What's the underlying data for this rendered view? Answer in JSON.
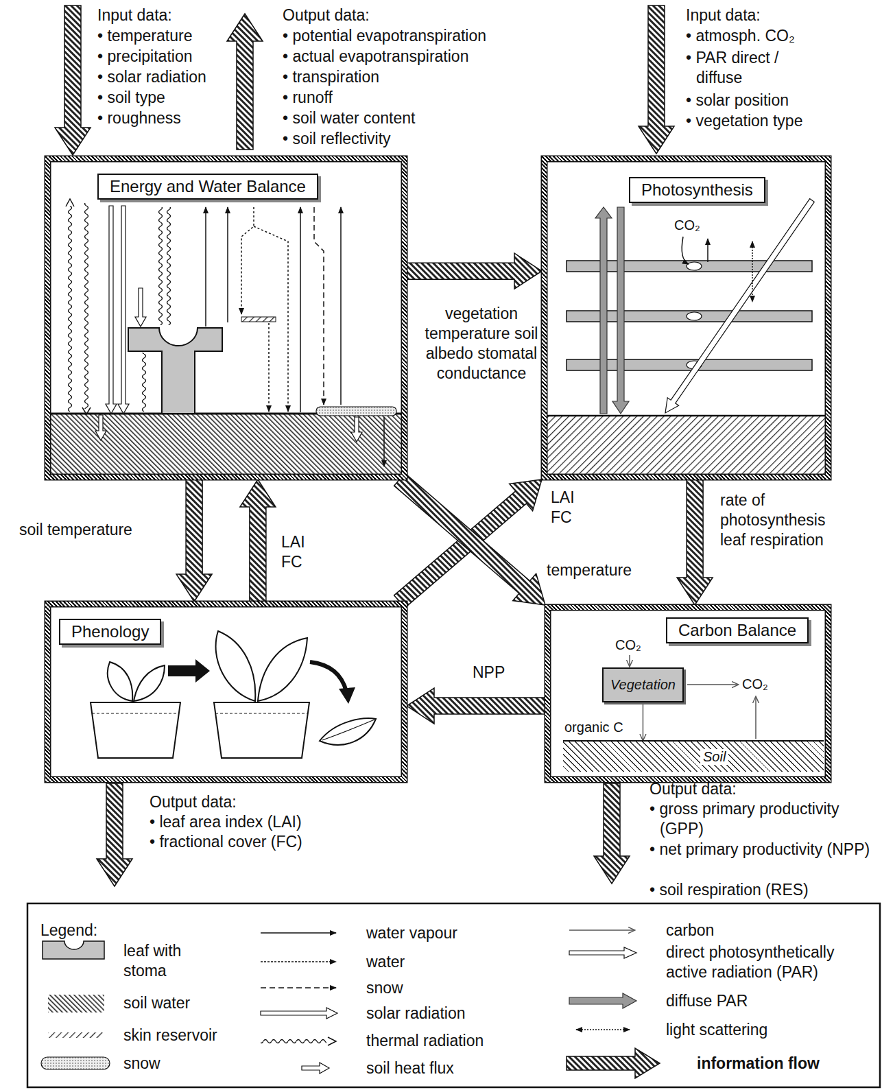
{
  "diagram": {
    "nodes": [
      {
        "text": [
          "Energy and Water Balance"
        ]
      },
      {
        "text": [
          "Photosynthesis"
        ]
      },
      {
        "text": [
          "Phenology"
        ]
      },
      {
        "text": [
          "Carbon Balance"
        ]
      },
      {
        "text": [
          "Vegetation"
        ],
        "in": 3
      },
      {
        "text": [
          "Soil"
        ],
        "in": 3
      }
    ],
    "edges": [
      {
        "from": 0,
        "to": 1,
        "label": "vegetation temperature soil albedo stomatal conductance",
        "arrow": "to"
      },
      {
        "from": 0,
        "to": 2,
        "label": "soil temperature",
        "arrow": "to"
      },
      {
        "from": 2,
        "to": 0,
        "label": "LAI FC",
        "arrow": "to"
      },
      {
        "from": 2,
        "to": 1,
        "label": "LAI FC",
        "arrow": "to"
      },
      {
        "from": 0,
        "to": 3,
        "label": "temperature",
        "arrow": "to"
      },
      {
        "from": 1,
        "to": 3,
        "label": "rate of photosynthesis leaf respiration",
        "arrow": "to"
      },
      {
        "from": 3,
        "to": 2,
        "label": "NPP",
        "arrow": "to"
      },
      {
        "from": 4,
        "to": 5,
        "label": "organic C",
        "arrow": "to"
      }
    ],
    "labels": [
      "Input data:",
      "• temperature",
      "• precipitation",
      "• solar radiation",
      "• soil type",
      "• roughness",
      "Output data:",
      "• potential evapotranspiration",
      "• actual evapotranspiration",
      "• transpiration",
      "• runoff",
      "• soil water content",
      "• soil reflectivity",
      "Input data:",
      "• atmosph. CO₂",
      "• PAR direct / diffuse",
      "• solar position",
      "• vegetation type",
      "CO₂",
      "CO₂",
      "CO₂",
      "Output data:",
      "• leaf area index (LAI)",
      "• fractional cover (FC)",
      "Output data:",
      "• gross primary productivity (GPP)",
      "• net primary productivity (NPP)",
      "• soil respiration (RES)",
      "Legend:"
    ],
    "legend": [
      {
        "text": "leaf with stoma"
      },
      {
        "text": "soil water"
      },
      {
        "text": "skin reservoir"
      },
      {
        "text": "snow"
      },
      {
        "text": "water vapour"
      },
      {
        "text": "water"
      },
      {
        "text": "snow"
      },
      {
        "text": "solar radiation"
      },
      {
        "text": "thermal radiation"
      },
      {
        "text": "soil heat flux"
      },
      {
        "text": "carbon"
      },
      {
        "text": "direct photosynthetically active radiation (PAR)"
      },
      {
        "text": "diffuse PAR"
      },
      {
        "text": "light scattering"
      },
      {
        "text": "information flow"
      }
    ]
  }
}
